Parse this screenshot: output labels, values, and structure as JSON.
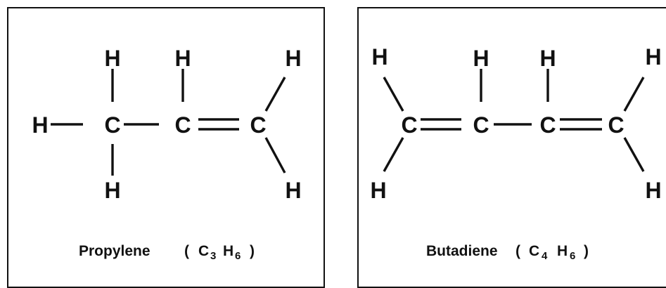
{
  "propylene": {
    "atoms": [
      "H",
      "H",
      "H",
      "H",
      "C",
      "C",
      "C",
      "H",
      "H"
    ],
    "name": "Propylene",
    "formula": {
      "open": "(",
      "c": "C",
      "c_count": "3",
      "h": "H",
      "h_count": "6",
      "close": ")"
    }
  },
  "butadiene": {
    "atoms": [
      "H",
      "H",
      "H",
      "H",
      "C",
      "C",
      "C",
      "C",
      "H",
      "H"
    ],
    "name": "Butadiene",
    "formula": {
      "open": "(",
      "c": "C",
      "c_count": "4",
      "h": "H",
      "h_count": "6",
      "close": ")"
    }
  }
}
